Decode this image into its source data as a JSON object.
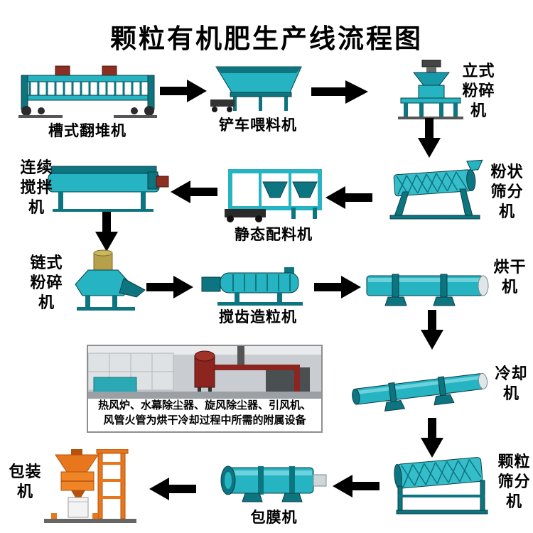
{
  "title": "颗粒有机肥生产线流程图",
  "machines": {
    "trough_turner": "槽式翻堆机",
    "loader_feeder": "铲车喂料机",
    "vertical_crusher": "立式粉碎机",
    "powder_screener": "粉状筛分机",
    "static_batcher": "静态配料机",
    "continuous_mixer": "连续搅拌机",
    "chain_crusher": "链式粉碎机",
    "tooth_granulator": "搅齿造粒机",
    "dryer": "烘干机",
    "cooler": "冷却机",
    "granule_screener": "颗粒筛分机",
    "coating_machine": "包膜机",
    "packing_machine": "包装机"
  },
  "note": {
    "line1": "热风炉、水幕除尘器、旋风除尘器、引风机、",
    "line2": "风管火管为烘干冷却过程中所需的附属设备"
  },
  "colors": {
    "machine_teal": "#26b4c3",
    "machine_teal_dark": "#0d7580",
    "packing_orange": "#e8761c",
    "arrow_black": "#000000"
  }
}
